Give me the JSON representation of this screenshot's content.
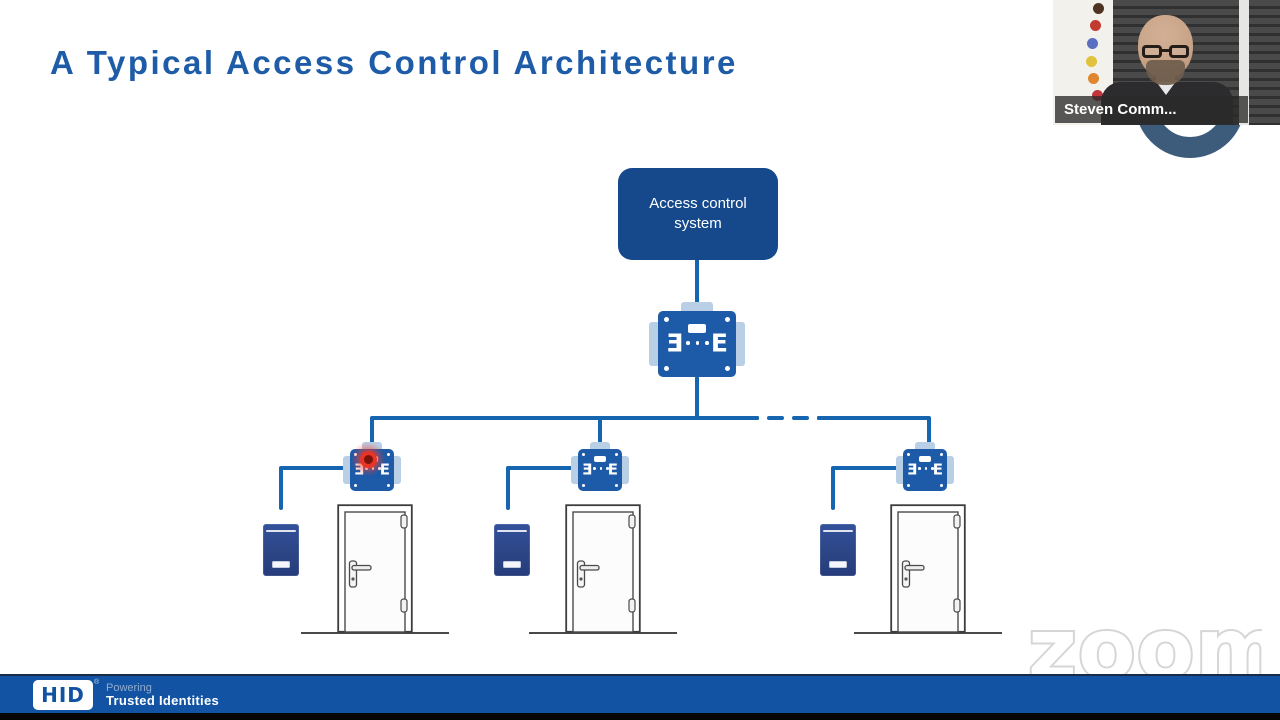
{
  "slide": {
    "title": "A Typical Access Control Architecture",
    "diagram": {
      "root_label": "Access control system",
      "controller_marks": {
        "left": "Ǝ",
        "right": "E"
      },
      "door_count": 3,
      "colors": {
        "root_node_fill": "#15498c",
        "connector_line": "#1565b0",
        "controller_fill": "#1d5aa8",
        "controller_tab": "#b9cfe6",
        "reader_fill": "#2c4685",
        "laser_pointer": "#e63425",
        "title_text": "#1e5ca8"
      }
    }
  },
  "webcam": {
    "name_label": "Steven Comm..."
  },
  "watermark": {
    "text": "zoom"
  },
  "footer": {
    "logo": "HID",
    "registered_mark": "®",
    "tagline_line1": "Powering",
    "tagline_line2": "Trusted Identities",
    "bar_color": "#1254a3"
  }
}
